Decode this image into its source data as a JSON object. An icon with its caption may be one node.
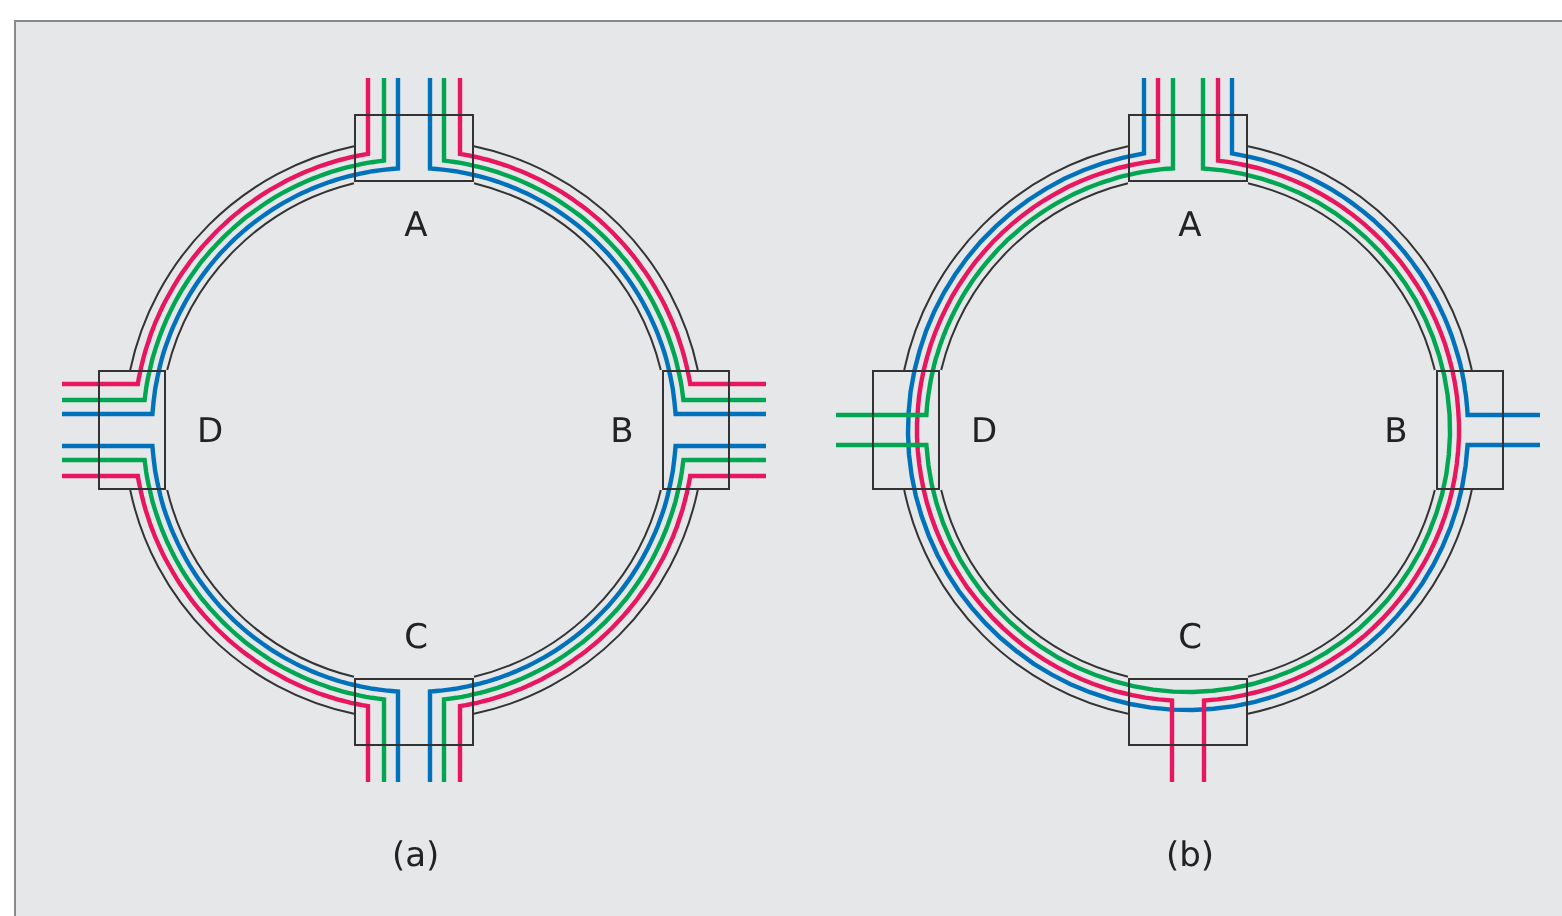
{
  "diagram": {
    "nodes": [
      {
        "text": [
          "A"
        ]
      },
      {
        "text": [
          "B"
        ]
      },
      {
        "text": [
          "C"
        ]
      },
      {
        "text": [
          "D"
        ]
      },
      {
        "text": [
          "A"
        ]
      },
      {
        "text": [
          "B"
        ]
      },
      {
        "text": [
          "C"
        ]
      },
      {
        "text": [
          "D"
        ]
      }
    ],
    "edges": [
      {
        "from": 0,
        "to": 1,
        "arrow": "none"
      },
      {
        "from": 1,
        "to": 2,
        "arrow": "none"
      },
      {
        "from": 2,
        "to": 3,
        "arrow": "none"
      },
      {
        "from": 3,
        "to": 0,
        "arrow": "none"
      },
      {
        "from": 4,
        "to": 5,
        "arrow": "none"
      },
      {
        "from": 5,
        "to": 6,
        "arrow": "none"
      },
      {
        "from": 6,
        "to": 7,
        "arrow": "none"
      },
      {
        "from": 7,
        "to": 4,
        "arrow": "none"
      }
    ],
    "labels": [
      "(a)",
      "(b)"
    ]
  }
}
